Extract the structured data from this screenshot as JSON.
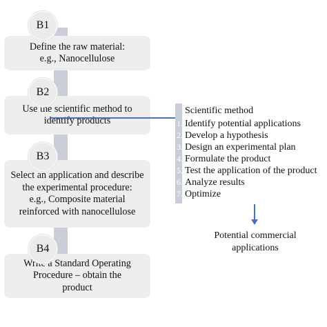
{
  "stages": [
    {
      "id": "B1",
      "lines": [
        "Define the raw material:",
        "e.g., Nanocellulose"
      ]
    },
    {
      "id": "B2",
      "lines": [
        "Use the scientific method to",
        "identify products"
      ]
    },
    {
      "id": "B3",
      "lines": [
        "Select an application and describe",
        "the experimental procedure:",
        "e.g., Composite material",
        "reinforced with nanocellulose"
      ]
    },
    {
      "id": "B4",
      "lines": [
        "Write a Standard Operating",
        "Procedure – obtain the",
        "product"
      ]
    }
  ],
  "scientific_method": {
    "title": "Scientific method",
    "steps": [
      {
        "num": "1.",
        "text": "Identify potential applications"
      },
      {
        "num": "2.",
        "text": "Develop a hypothesis"
      },
      {
        "num": "3.",
        "text": "Design an experimental plan"
      },
      {
        "num": "4.",
        "text": "Formulate the product"
      },
      {
        "num": "5.",
        "text": "Test the application of the product"
      },
      {
        "num": "6.",
        "text": "Analyze results"
      },
      {
        "num": "7.",
        "text": "Optimize"
      }
    ]
  },
  "result": {
    "lines": [
      "Potential commercial",
      "applications"
    ]
  },
  "colors": {
    "connector": "#4a72b8",
    "spine": "#c9ced8",
    "box": "#eeeeee"
  }
}
